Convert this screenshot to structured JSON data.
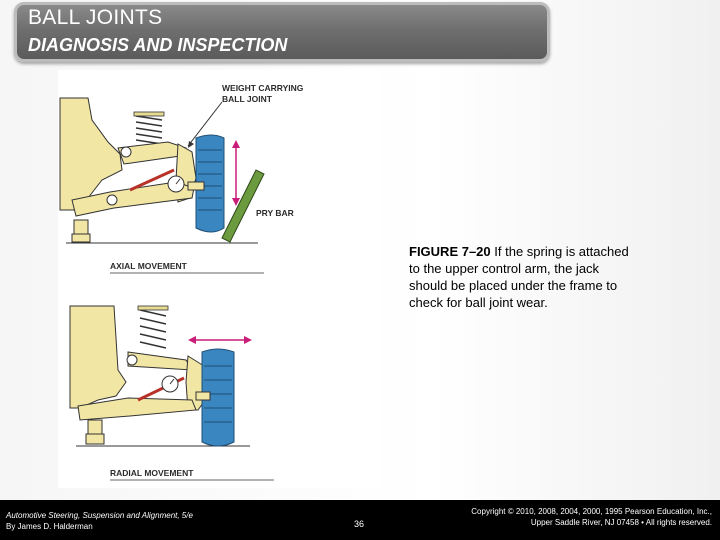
{
  "header": {
    "title": "BALL JOINTS",
    "subtitle": "DIAGNOSIS AND INSPECTION"
  },
  "figure": {
    "top_label": "WEIGHT CARRYING BALL JOINT",
    "top_label_line1": "WEIGHT CARRYING",
    "top_label_line2": "BALL JOINT",
    "pry_bar_label": "PRY BAR",
    "axial_label": "AXIAL MOVEMENT",
    "radial_label": "RADIAL MOVEMENT"
  },
  "caption": {
    "figure_number": "FIGURE 7–20",
    "text": " If the spring is attached to the upper control arm, the jack should be placed under the frame to check for ball joint wear."
  },
  "footer": {
    "book_title": "Automotive Steering, Suspension and Alignment, 5/e",
    "author": "By James D. Halderman",
    "page_number": "36",
    "copyright_line1": "Copyright © 2010, 2008, 2004, 2000, 1995 Pearson Education, Inc.,",
    "copyright_line2": "Upper Saddle River, NJ 07458 • All rights reserved."
  },
  "colors": {
    "title_panel": "#6f6f6f",
    "suspension": "#f2e6a4",
    "tire": "#3a86c0",
    "pry_bar": "#6c9a3e",
    "arrow": "#c81e78",
    "footer": "#000000"
  }
}
